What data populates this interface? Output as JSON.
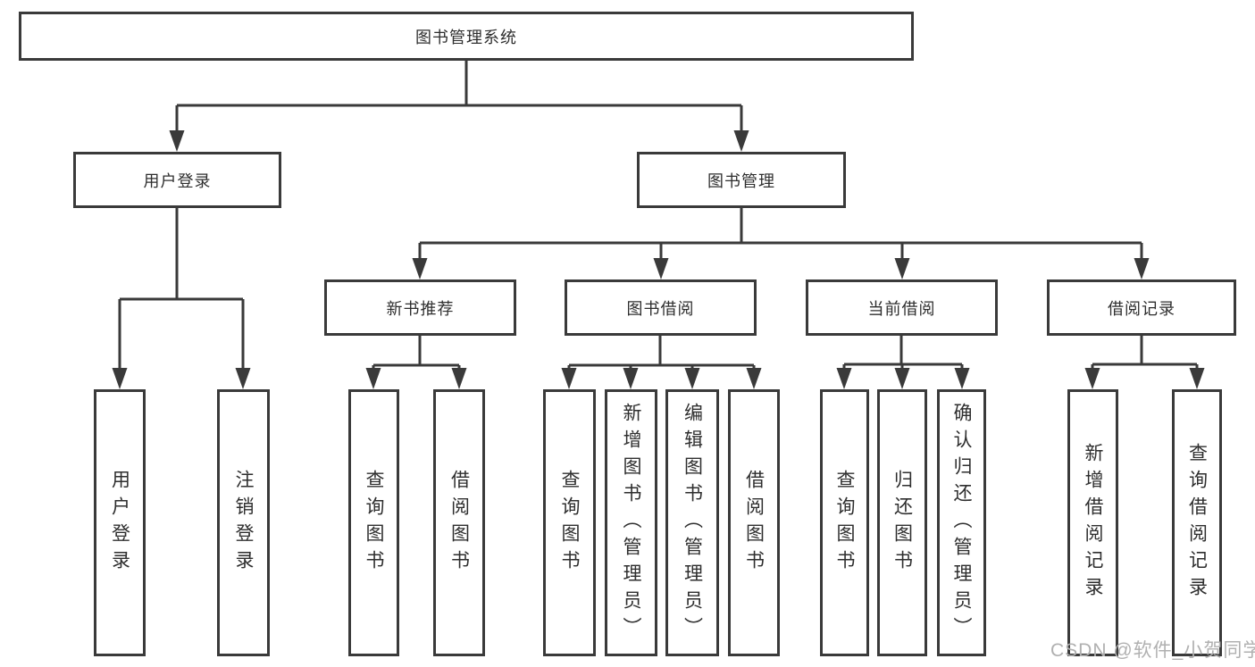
{
  "tree": {
    "root": {
      "label": "图书管理系统",
      "children": [
        {
          "label": "用户登录",
          "children": [
            {
              "label": "用户登录"
            },
            {
              "label": "注销登录"
            }
          ]
        },
        {
          "label": "图书管理",
          "children": [
            {
              "label": "新书推荐",
              "children": [
                {
                  "label": "查询图书"
                },
                {
                  "label": "借阅图书"
                }
              ]
            },
            {
              "label": "图书借阅",
              "children": [
                {
                  "label": "查询图书"
                },
                {
                  "label": "新增图书（管理员）"
                },
                {
                  "label": "编辑图书（管理员）"
                },
                {
                  "label": "借阅图书"
                }
              ]
            },
            {
              "label": "当前借阅",
              "children": [
                {
                  "label": "查询图书"
                },
                {
                  "label": "归还图书"
                },
                {
                  "label": "确认归还（管理员）"
                }
              ]
            },
            {
              "label": "借阅记录",
              "children": [
                {
                  "label": "新增借阅记录"
                },
                {
                  "label": "查询借阅记录"
                }
              ]
            }
          ]
        }
      ]
    }
  },
  "watermark": {
    "text": "CSDN @软件_小贺同学"
  },
  "colors": {
    "line": "#3a3a3a",
    "text": "#2e2e2e",
    "watermark": "#b0b0b0",
    "background": "#ffffff"
  }
}
